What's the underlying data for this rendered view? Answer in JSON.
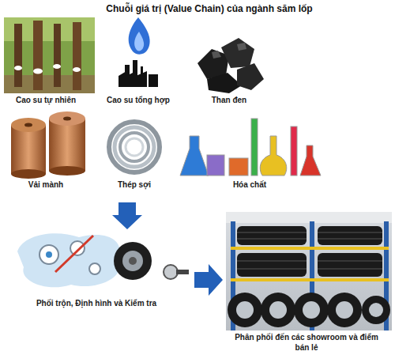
{
  "diagram": {
    "title": "Chuỗi giá trị (Value Chain) của ngành săm lốp",
    "labels": [
      "Cao su tự nhiên",
      "Cao su tổng hợp",
      "Than đen",
      "Vải mành",
      "Thép sợi",
      "Hóa chất",
      "Phối trộn, Định hình và Kiểm tra",
      "Phân phối đến các showroom và điểm bán lẻ"
    ]
  }
}
